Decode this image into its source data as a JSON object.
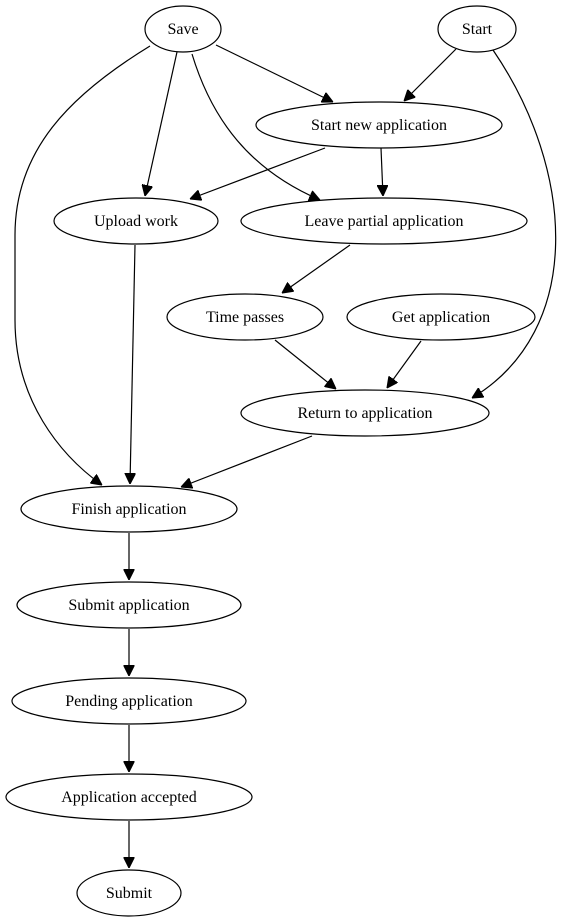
{
  "nodes": [
    {
      "id": "save",
      "label": "Save"
    },
    {
      "id": "start",
      "label": "Start"
    },
    {
      "id": "start_new",
      "label": "Start new application"
    },
    {
      "id": "upload",
      "label": "Upload work"
    },
    {
      "id": "leave_partial",
      "label": "Leave partial application"
    },
    {
      "id": "time_passes",
      "label": "Time passes"
    },
    {
      "id": "get_application",
      "label": "Get application"
    },
    {
      "id": "return_app",
      "label": "Return to application"
    },
    {
      "id": "finish",
      "label": "Finish application"
    },
    {
      "id": "submit_app",
      "label": "Submit application"
    },
    {
      "id": "pending",
      "label": "Pending application"
    },
    {
      "id": "accepted",
      "label": "Application accepted"
    },
    {
      "id": "submit",
      "label": "Submit"
    }
  ],
  "edges": [
    {
      "from": "save",
      "to": "start_new"
    },
    {
      "from": "save",
      "to": "upload"
    },
    {
      "from": "save",
      "to": "leave_partial"
    },
    {
      "from": "save",
      "to": "finish"
    },
    {
      "from": "start",
      "to": "start_new"
    },
    {
      "from": "start",
      "to": "return_app"
    },
    {
      "from": "start_new",
      "to": "upload"
    },
    {
      "from": "start_new",
      "to": "leave_partial"
    },
    {
      "from": "leave_partial",
      "to": "time_passes"
    },
    {
      "from": "time_passes",
      "to": "return_app"
    },
    {
      "from": "get_application",
      "to": "return_app"
    },
    {
      "from": "upload",
      "to": "finish"
    },
    {
      "from": "return_app",
      "to": "finish"
    },
    {
      "from": "finish",
      "to": "submit_app"
    },
    {
      "from": "submit_app",
      "to": "pending"
    },
    {
      "from": "pending",
      "to": "accepted"
    },
    {
      "from": "accepted",
      "to": "submit"
    }
  ]
}
